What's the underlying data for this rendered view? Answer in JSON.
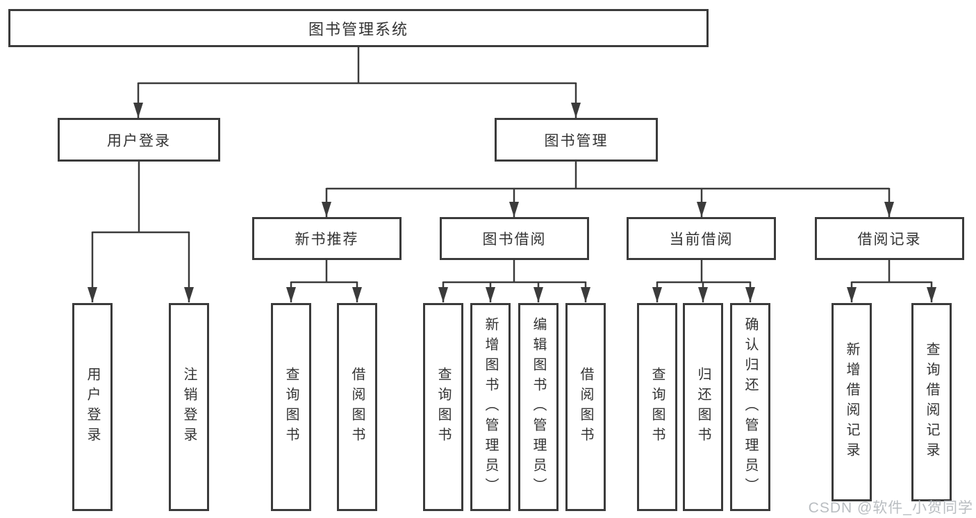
{
  "tree": {
    "root": {
      "label": "图书管理系统",
      "children": [
        {
          "label": "用户登录",
          "children": [
            {
              "label": "用户登录"
            },
            {
              "label": "注销登录"
            }
          ]
        },
        {
          "label": "图书管理",
          "children": [
            {
              "label": "新书推荐",
              "children": [
                {
                  "label": "查询图书"
                },
                {
                  "label": "借阅图书"
                }
              ]
            },
            {
              "label": "图书借阅",
              "children": [
                {
                  "label": "查询图书"
                },
                {
                  "label": "新增图书（管理员）"
                },
                {
                  "label": "编辑图书（管理员）"
                },
                {
                  "label": "借阅图书"
                }
              ]
            },
            {
              "label": "当前借阅",
              "children": [
                {
                  "label": "查询图书"
                },
                {
                  "label": "归还图书"
                },
                {
                  "label": "确认归还（管理员）"
                }
              ]
            },
            {
              "label": "借阅记录",
              "children": [
                {
                  "label": "新增借阅记录"
                },
                {
                  "label": "查询借阅记录"
                }
              ]
            }
          ]
        }
      ]
    }
  },
  "watermark": "CSDN @软件_小贺同学",
  "colors": {
    "line": "#3b3b3b",
    "text": "#333333",
    "watermark": "#b9bdc1",
    "background": "#ffffff"
  }
}
